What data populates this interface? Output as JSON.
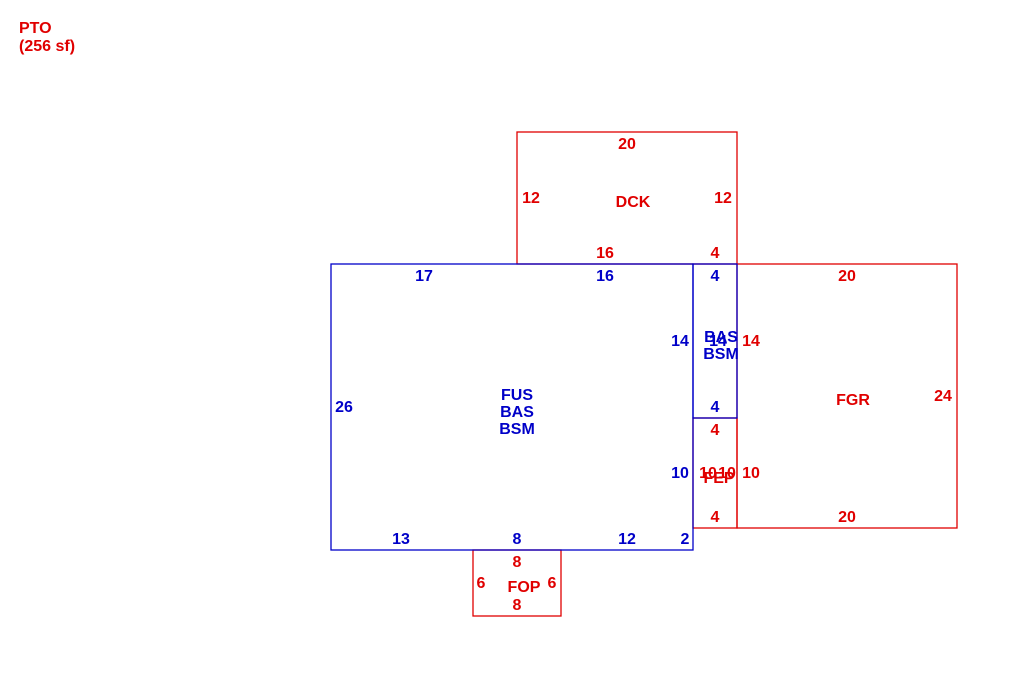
{
  "colors": {
    "main_structure": "#0000c8",
    "additions": "#e00000",
    "background": "#ffffff"
  },
  "pto": {
    "code": "PTO",
    "area": "(256 sf)"
  },
  "dck": {
    "code": "DCK",
    "top": "20",
    "left": "12",
    "right": "12",
    "bottom": "16",
    "bottom_right": "4"
  },
  "main": {
    "codes": [
      "FUS",
      "BAS",
      "BSM"
    ],
    "top_left": "17",
    "top_right": "16",
    "top_segment": "4",
    "left": "26",
    "right": "14",
    "bottom_a": "13",
    "bottom_b": "8",
    "bottom_c": "12",
    "bottom_d": "2"
  },
  "bas_strip": {
    "codes": [
      "BAS",
      "BSM"
    ],
    "overlap_label": "14",
    "bottom": "4"
  },
  "fep": {
    "code": "FEP",
    "top": "4",
    "bottom": "4",
    "left": "10",
    "right": "10",
    "overlap_left": "10",
    "overlap_right": "10"
  },
  "fgr": {
    "code": "FGR",
    "top": "20",
    "bottom": "20",
    "left": "14",
    "right": "24"
  },
  "fop": {
    "code": "FOP",
    "top": "8",
    "bottom": "8",
    "left": "6",
    "right": "6"
  }
}
